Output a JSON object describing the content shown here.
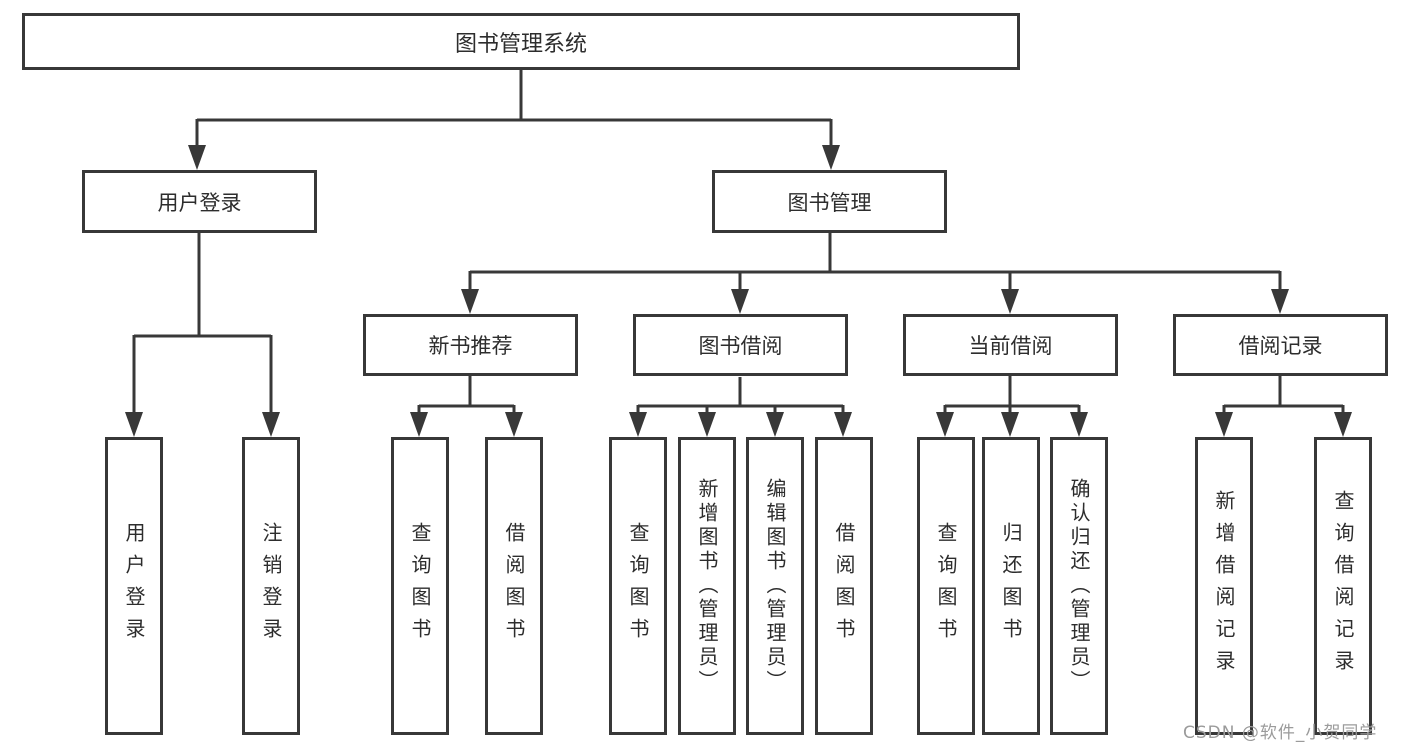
{
  "diagram": {
    "root": {
      "label": "图书管理系统"
    },
    "level2": [
      {
        "label": "用户登录"
      },
      {
        "label": "图书管理"
      }
    ],
    "level3": [
      {
        "label": "新书推荐"
      },
      {
        "label": "图书借阅"
      },
      {
        "label": "当前借阅"
      },
      {
        "label": "借阅记录"
      }
    ],
    "leaves": {
      "user_login": [
        "用户登录",
        "注销登录"
      ],
      "new_books": [
        "查询图书",
        "借阅图书"
      ],
      "book_borrowing": [
        "查询图书",
        "新增图书（管理员）",
        "编辑图书（管理员）",
        "借阅图书"
      ],
      "current_borrowing": [
        "查询图书",
        "归还图书",
        "确认归还（管理员）"
      ],
      "borrowing_records": [
        "新增借阅记录",
        "查询借阅记录"
      ]
    }
  },
  "watermark": {
    "text": "CSDN @软件_小贺同学"
  },
  "colors": {
    "line": "#383838",
    "text": "#2d2d2d",
    "watermark": "#9b9b9b",
    "background": "#ffffff"
  }
}
